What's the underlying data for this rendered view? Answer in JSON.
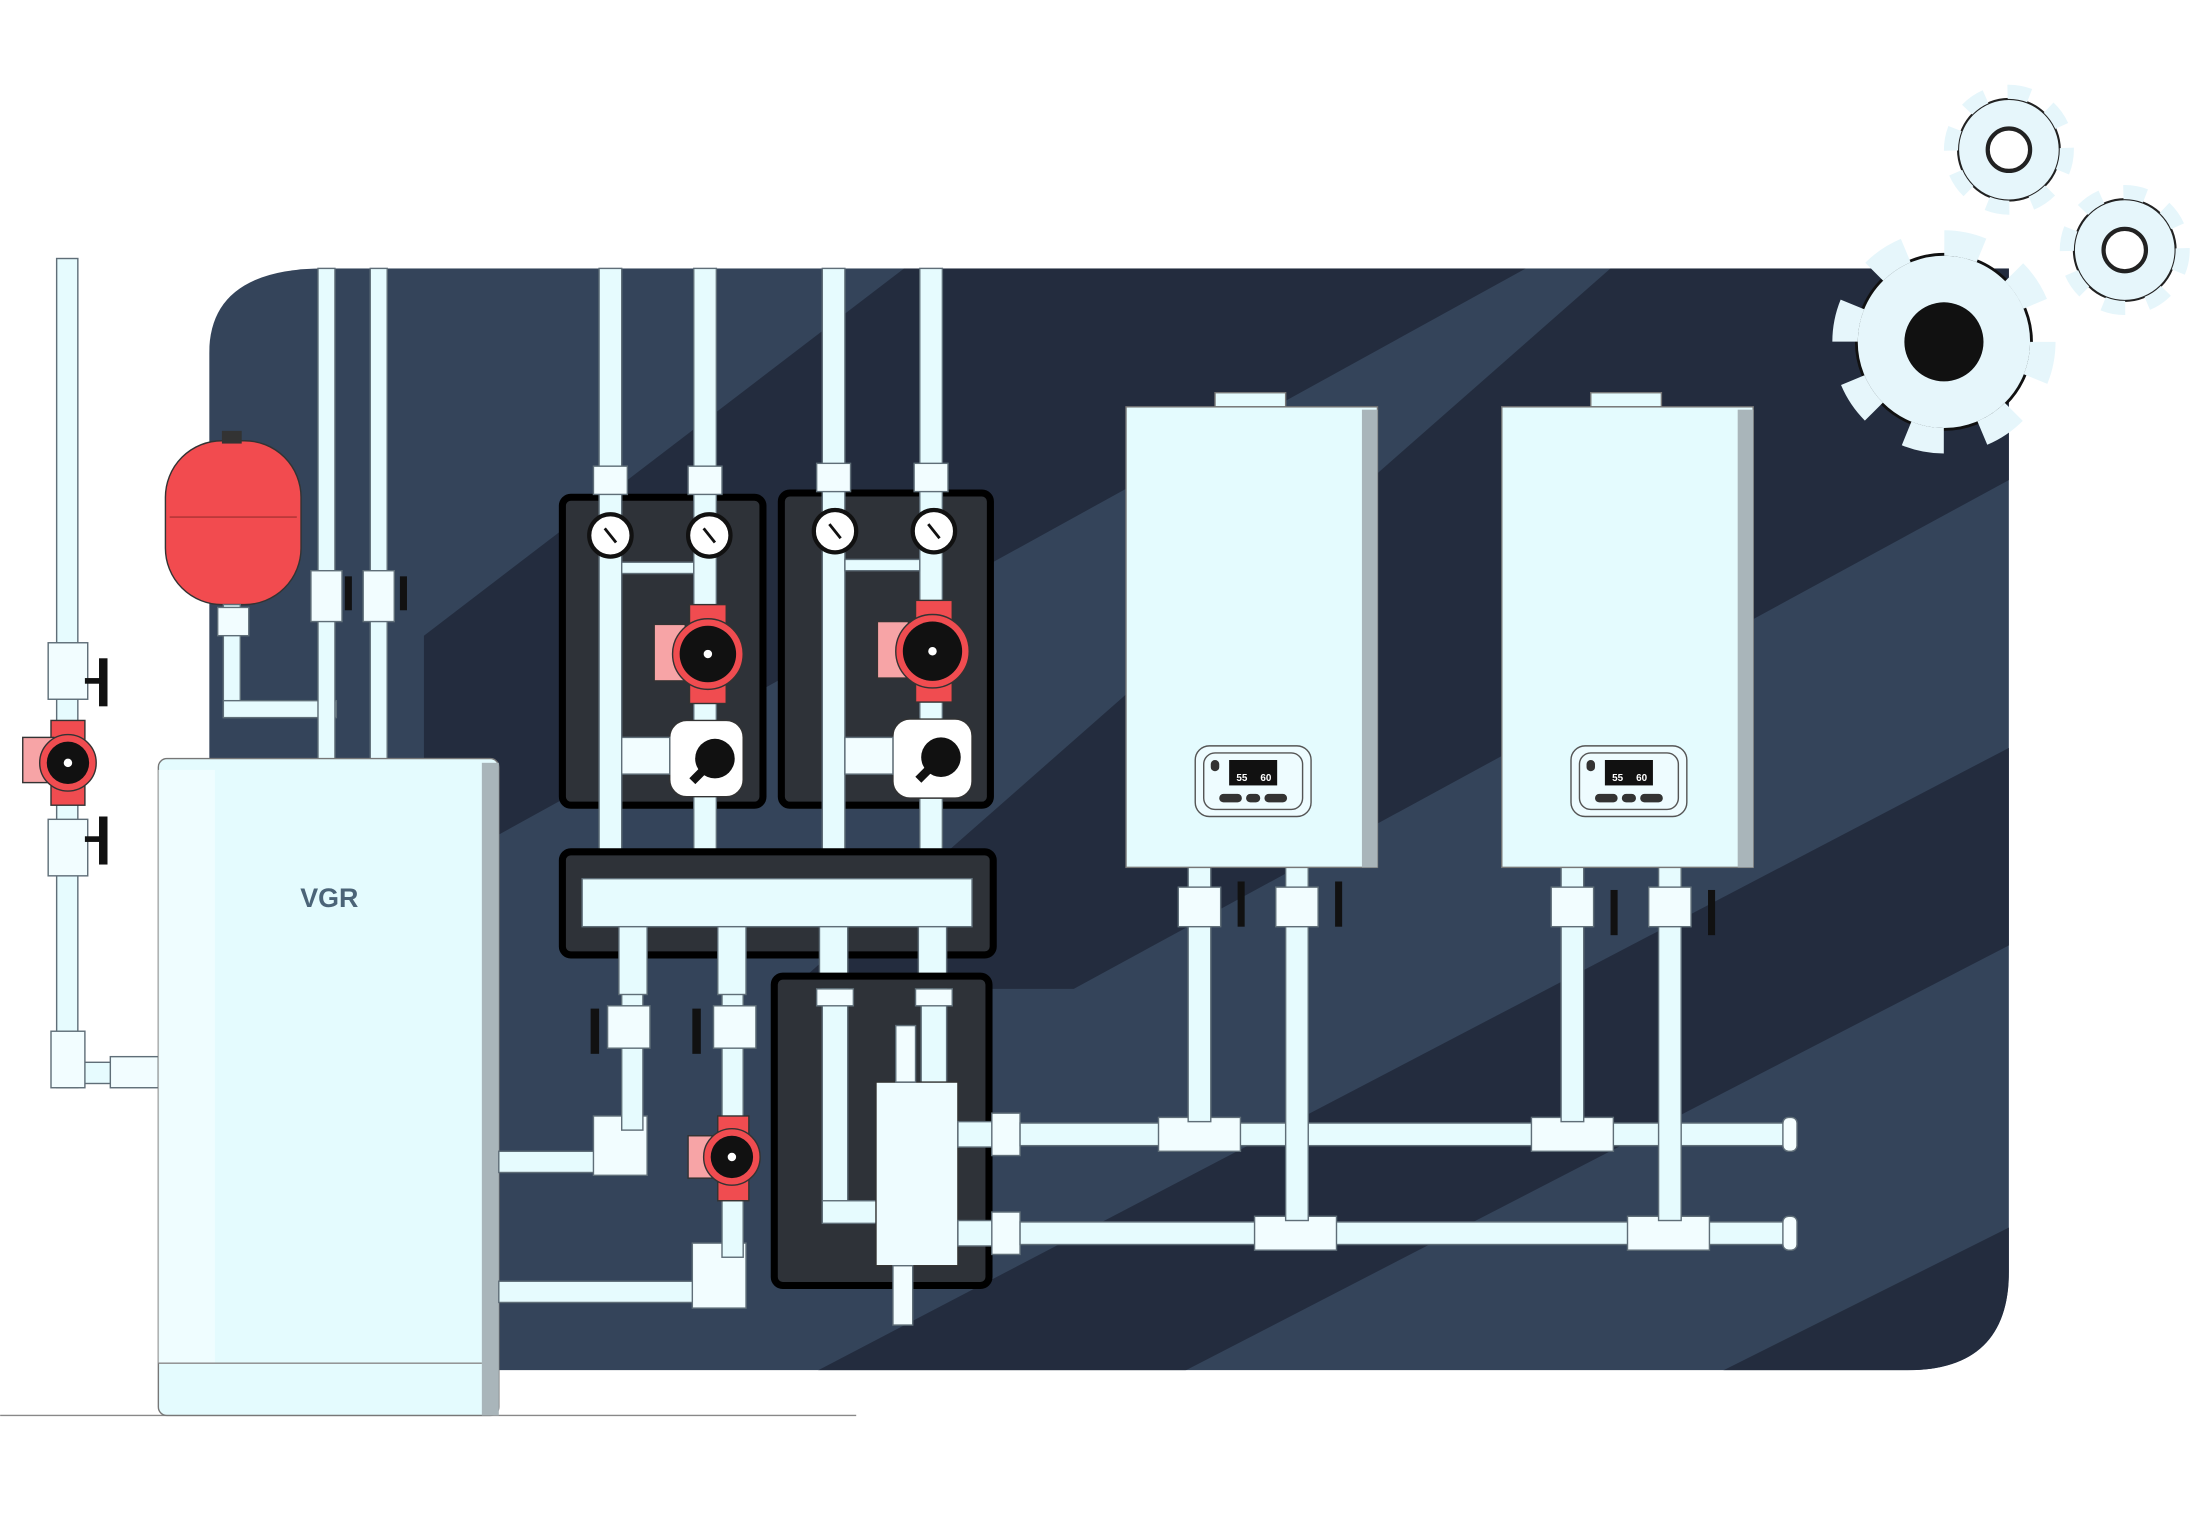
{
  "floor_boiler": {
    "brand": "VGR"
  },
  "wall_boilers": [
    {
      "display": {
        "left_value": "55",
        "right_value": "60"
      }
    },
    {
      "display": {
        "left_value": "55",
        "right_value": "60"
      }
    }
  ],
  "colors": {
    "panel": "#34445a",
    "panel_stripe": "#232c3e",
    "pipe": "#e6fbfe",
    "pump_red": "#f04c50",
    "tank_red": "#f24b4f",
    "gear": "#e6f6fb"
  },
  "icons": [
    "gear-icon",
    "gear-icon",
    "gear-icon"
  ]
}
